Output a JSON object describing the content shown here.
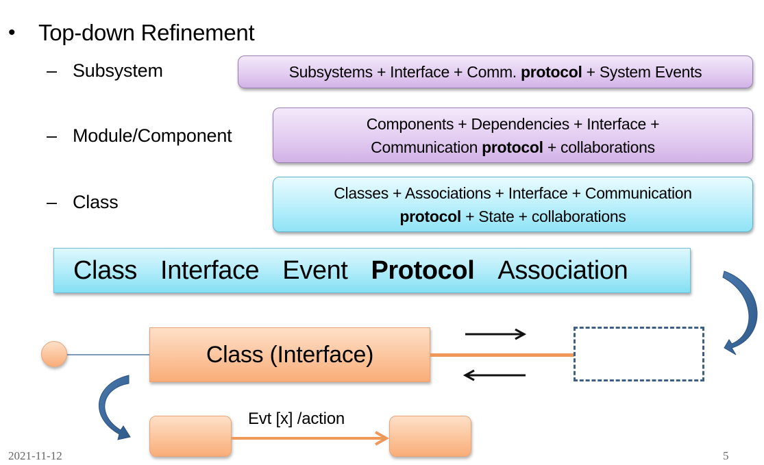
{
  "slide": {
    "title": "Top-down Refinement",
    "bullet_symbol": "•",
    "levels": [
      {
        "dash": "–",
        "label": "Subsystem",
        "box_lines": [
          [
            {
              "text": "Subsystems + Interface + Comm. ",
              "bold": false
            },
            {
              "text": "protocol",
              "bold": true
            },
            {
              "text": " + System Events",
              "bold": false
            }
          ]
        ],
        "box_color": "purple"
      },
      {
        "dash": "–",
        "label": "Module/Component",
        "box_lines": [
          [
            {
              "text": "Components + Dependencies + Interface +",
              "bold": false
            }
          ],
          [
            {
              "text": "Communication ",
              "bold": false
            },
            {
              "text": "protocol",
              "bold": true
            },
            {
              "text": " + collaborations",
              "bold": false
            }
          ]
        ],
        "box_color": "purple"
      },
      {
        "dash": "–",
        "label": "Class",
        "box_lines": [
          [
            {
              "text": "Classes + Associations + Interface + Communication",
              "bold": false
            }
          ],
          [
            {
              "text": "protocol",
              "bold": true
            },
            {
              "text": " + State + collaborations",
              "bold": false
            }
          ]
        ],
        "box_color": "cyan"
      }
    ],
    "concepts": [
      {
        "text": "Class",
        "bold": false
      },
      {
        "text": "Interface",
        "bold": false
      },
      {
        "text": "Event",
        "bold": false
      },
      {
        "text": "Protocol",
        "bold": true
      },
      {
        "text": "Association",
        "bold": false
      }
    ],
    "diagram": {
      "class_box_label": "Class (Interface)",
      "transition_label": "Evt [x] /action",
      "interface_icon": "lollipop-circle-icon",
      "curved_arrow_icon": "curved-arrow-icon",
      "message_arrow_icon": "message-arrow-icon"
    },
    "colors": {
      "purple_box": "#e3cdf1",
      "cyan_box": "#b9effb",
      "orange_shape": "#fcc49c",
      "association_line": "#f0975a",
      "dashed_border": "#3d5f85",
      "curved_arrow": "#3d6a9c"
    },
    "footer": {
      "date": "2021-11-12",
      "page_number": "5"
    }
  }
}
